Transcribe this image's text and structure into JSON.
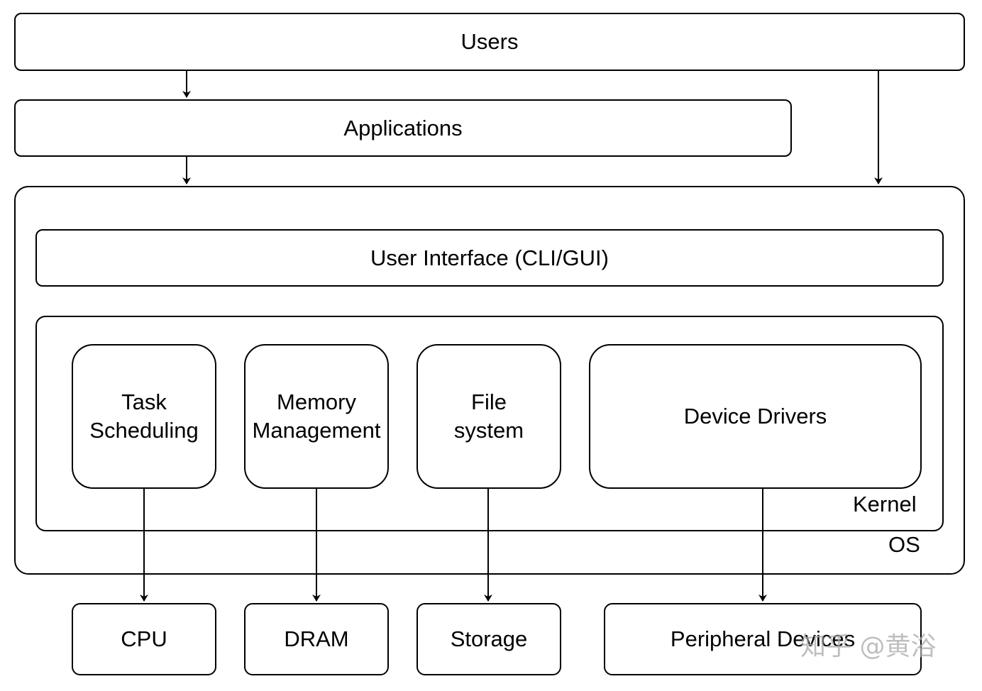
{
  "users": {
    "label": "Users"
  },
  "applications": {
    "label": "Applications"
  },
  "os": {
    "label": "OS",
    "user_interface": {
      "label": "User Interface (CLI/GUI)"
    },
    "kernel": {
      "label": "Kernel",
      "task_scheduling": {
        "label": "Task\nScheduling"
      },
      "memory_management": {
        "label": "Memory\nManagement"
      },
      "file_system": {
        "label": "File\nsystem"
      },
      "device_drivers": {
        "label": "Device Drivers"
      }
    }
  },
  "hardware": {
    "cpu": {
      "label": "CPU"
    },
    "dram": {
      "label": "DRAM"
    },
    "storage": {
      "label": "Storage"
    },
    "peripheral_devices": {
      "label": "Peripheral Devices"
    }
  },
  "watermark": {
    "text": "知乎 @黄浴"
  },
  "colors": {
    "stroke": "#000000",
    "fill": "#ffffff",
    "watermark": "#aaaaaa"
  }
}
